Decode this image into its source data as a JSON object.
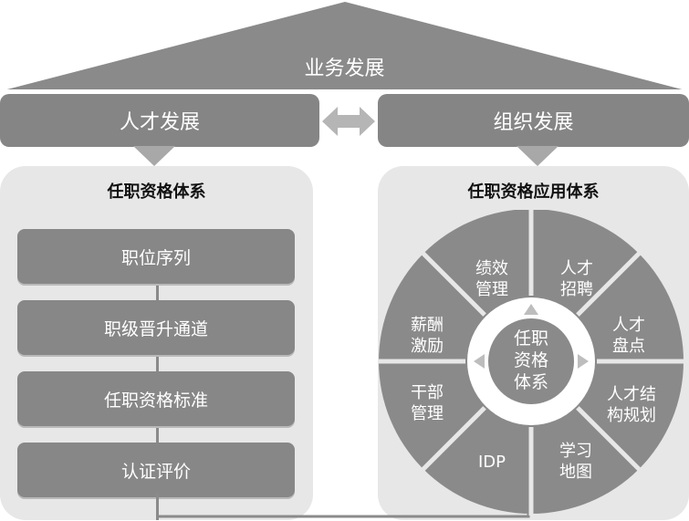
{
  "roof": {
    "title": "业务发展"
  },
  "top": {
    "left": "人才发展",
    "right": "组织发展"
  },
  "left_panel": {
    "title": "任职资格体系",
    "items": [
      "职位序列",
      "职级晋升通道",
      "任职资格标准",
      "认证评价"
    ]
  },
  "right_panel": {
    "title": "任职资格应用体系",
    "center": "任职\n资格\n体系",
    "segments": [
      "绩效\n管理",
      "人才\n招聘",
      "人才\n盘点",
      "人才结\n构规划",
      "学习\n地图",
      "IDP",
      "干部\n管理",
      "薪酬\n激励"
    ]
  },
  "colors": {
    "box": "#858585",
    "panel": "#e7e7e7",
    "roof": "#8a8a8a",
    "ring": "#8a8a8a"
  }
}
